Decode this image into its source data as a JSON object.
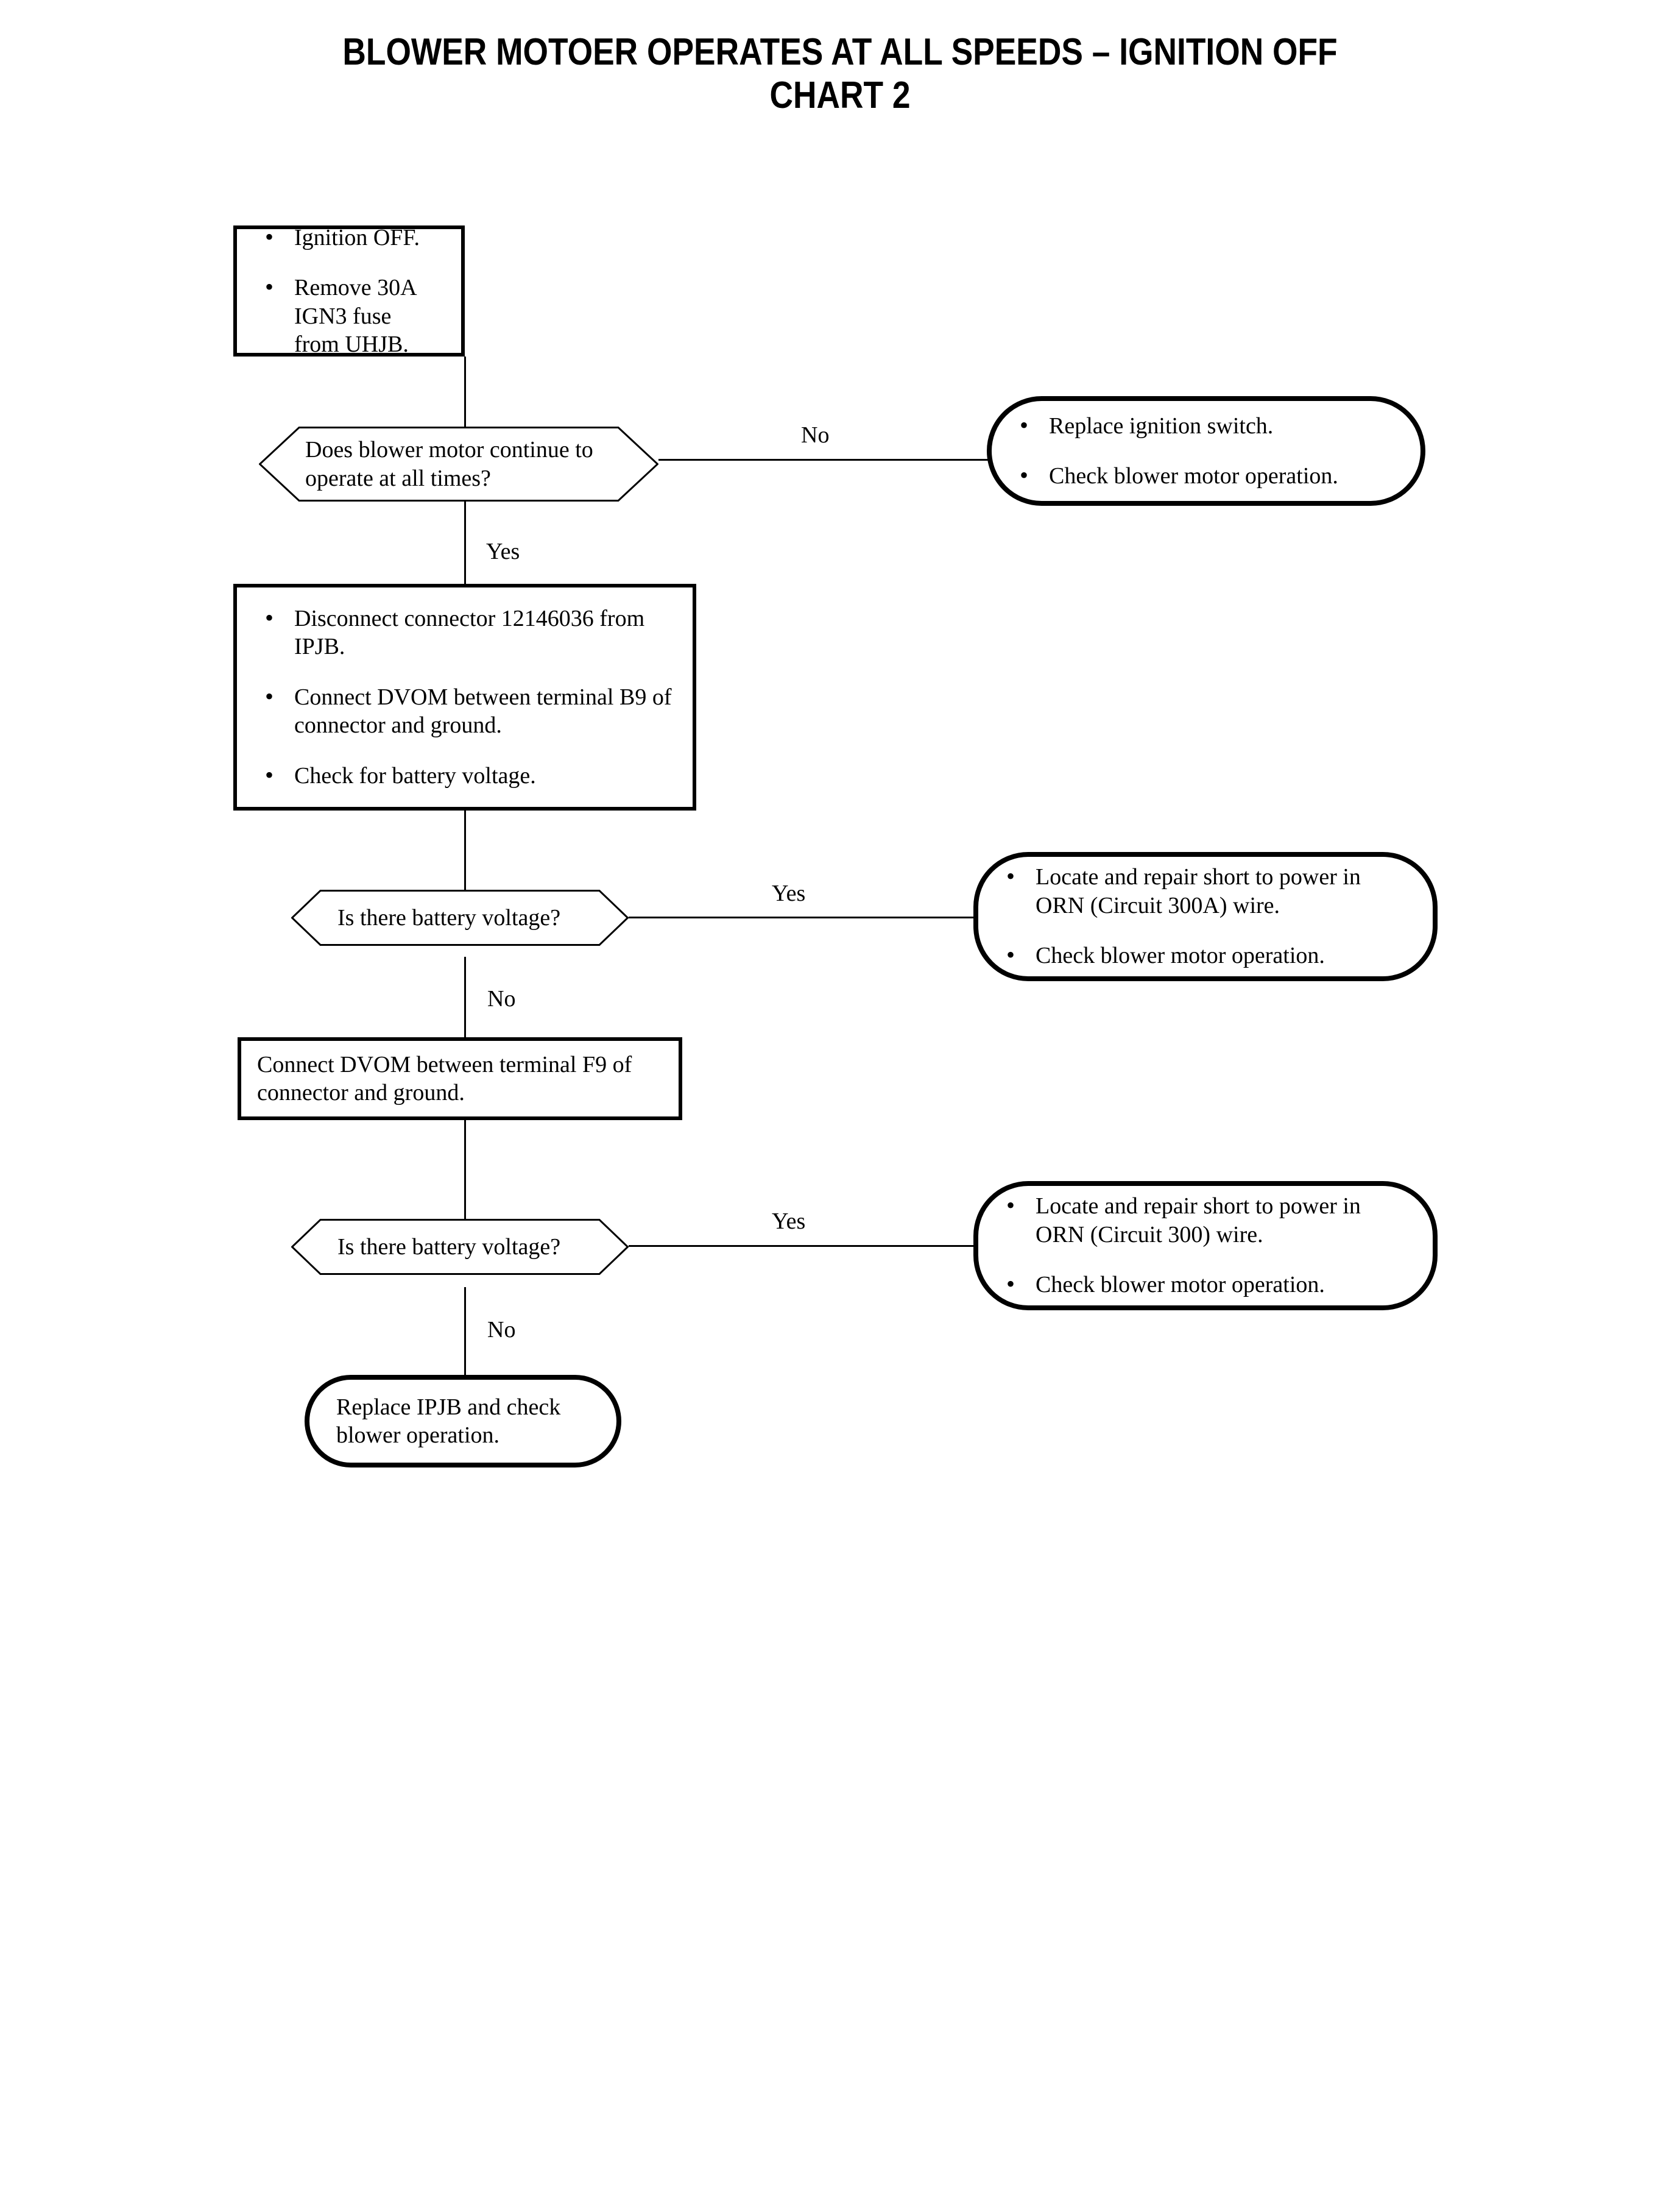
{
  "title": "BLOWER MOTOER OPERATES AT ALL SPEEDS – IGNITION OFF\nCHART 2",
  "chart_data": {
    "type": "flowchart",
    "title": "BLOWER MOTOER OPERATES AT ALL SPEEDS – IGNITION OFF CHART 2",
    "orientation": "top-to-bottom",
    "nodes": [
      {
        "id": "step1",
        "shape": "process",
        "bullets": [
          "Ignition OFF.",
          "Remove 30A IGN3 fuse from UHJB."
        ]
      },
      {
        "id": "dec1",
        "shape": "decision",
        "text": "Does blower motor continue to operate at all times?"
      },
      {
        "id": "term1",
        "shape": "terminal",
        "bullets": [
          "Replace ignition switch.",
          "Check blower motor operation."
        ]
      },
      {
        "id": "step2",
        "shape": "process",
        "bullets": [
          "Disconnect connector 12146036 from IPJB.",
          "Connect DVOM between terminal B9 of connector and ground.",
          "Check for battery voltage."
        ]
      },
      {
        "id": "dec2",
        "shape": "decision",
        "text": "Is there battery voltage?"
      },
      {
        "id": "term2",
        "shape": "terminal",
        "bullets": [
          "Locate and repair short to power in ORN (Circuit 300A) wire.",
          "Check blower motor operation."
        ]
      },
      {
        "id": "step3",
        "shape": "process",
        "text": "Connect DVOM between terminal F9 of connector and ground."
      },
      {
        "id": "dec3",
        "shape": "decision",
        "text": "Is there battery voltage?"
      },
      {
        "id": "term3",
        "shape": "terminal",
        "bullets": [
          "Locate and repair short to power in ORN (Circuit 300) wire.",
          "Check blower motor operation."
        ]
      },
      {
        "id": "term4",
        "shape": "terminal",
        "text": "Replace IPJB and check blower operation."
      }
    ],
    "edges": [
      {
        "from": "step1",
        "to": "dec1",
        "label": ""
      },
      {
        "from": "dec1",
        "to": "term1",
        "label": "No"
      },
      {
        "from": "dec1",
        "to": "step2",
        "label": "Yes"
      },
      {
        "from": "step2",
        "to": "dec2",
        "label": ""
      },
      {
        "from": "dec2",
        "to": "term2",
        "label": "Yes"
      },
      {
        "from": "dec2",
        "to": "step3",
        "label": "No"
      },
      {
        "from": "step3",
        "to": "dec3",
        "label": ""
      },
      {
        "from": "dec3",
        "to": "term3",
        "label": "Yes"
      },
      {
        "from": "dec3",
        "to": "term4",
        "label": "No"
      }
    ]
  },
  "step1": {
    "b1": "Ignition OFF.",
    "b2": "Remove 30A IGN3 fuse from UHJB."
  },
  "dec1": {
    "text": "Does blower motor continue to operate at all times?"
  },
  "term1": {
    "b1": "Replace ignition switch.",
    "b2": "Check blower motor operation."
  },
  "step2": {
    "b1": "Disconnect connector 12146036 from IPJB.",
    "b2": "Connect DVOM between terminal B9 of connector and ground.",
    "b3": "Check for battery voltage."
  },
  "dec2": {
    "text": "Is there battery voltage?"
  },
  "term2": {
    "b1": "Locate and repair short to power in ORN (Circuit 300A) wire.",
    "b2": "Check blower motor operation."
  },
  "step3": {
    "text": "Connect DVOM between terminal F9 of connector and ground."
  },
  "dec3": {
    "text": "Is there battery voltage?"
  },
  "term3": {
    "b1": "Locate and repair short to power in ORN (Circuit 300) wire.",
    "b2": "Check blower motor operation."
  },
  "term4": {
    "text": "Replace IPJB and check blower operation."
  },
  "labels": {
    "no1": "No",
    "yes1": "Yes",
    "yes2": "Yes",
    "no2": "No",
    "yes3": "Yes",
    "no3": "No"
  },
  "colors": {
    "ink": "#000000",
    "paper": "#ffffff"
  }
}
